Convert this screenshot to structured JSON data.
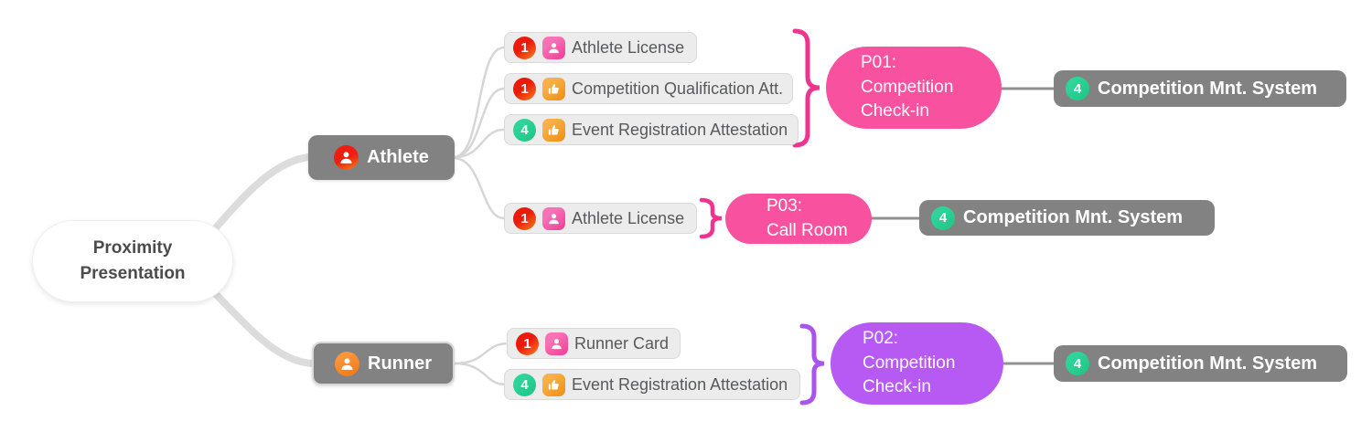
{
  "root": {
    "label": "Proximity Presentation"
  },
  "branches": {
    "athlete": {
      "label": "Athlete",
      "icon": "person-circle-red",
      "items": [
        {
          "badge": "1",
          "icon": "id-card-person",
          "label": "Athlete License"
        },
        {
          "badge": "1",
          "icon": "thumbs-up",
          "label": "Competition Qualification Att."
        },
        {
          "badge": "4",
          "icon": "thumbs-up",
          "label": "Event Registration Attestation"
        }
      ],
      "process": {
        "label": "P01:\nCompetition\nCheck-in",
        "color": "#f7519f"
      },
      "system": {
        "badge": "4",
        "label": "Competition Mnt. System"
      },
      "callroom": {
        "item": {
          "badge": "1",
          "icon": "id-card-person",
          "label": "Athlete License"
        },
        "process": {
          "label": "P03:\nCall Room",
          "color": "#f7519f"
        },
        "system": {
          "badge": "4",
          "label": "Competition Mnt. System"
        }
      }
    },
    "runner": {
      "label": "Runner",
      "icon": "person-circle-orange",
      "items": [
        {
          "badge": "1",
          "icon": "id-card-person",
          "label": "Runner Card"
        },
        {
          "badge": "4",
          "icon": "thumbs-up",
          "label": "Event Registration Attestation"
        }
      ],
      "process": {
        "label": "P02:\nCompetition\nCheck-in",
        "color": "#b65af3"
      },
      "system": {
        "badge": "4",
        "label": "Competition Mnt. System"
      }
    }
  },
  "colors": {
    "topic_gray": "#828282",
    "process_pink": "#f7519f",
    "process_purple": "#b65af3",
    "brace_pink": "#f0338f",
    "brace_purple": "#a855f0",
    "item_bg": "#ececec",
    "item_border": "#d9d9d9",
    "badge_red": "#e8190f",
    "badge_green": "#2bce90",
    "icon_orange": "#ef8e12",
    "icon_pink": "#ee3c94",
    "connector_light": "#dcdcdc",
    "connector_dark": "#919191"
  }
}
